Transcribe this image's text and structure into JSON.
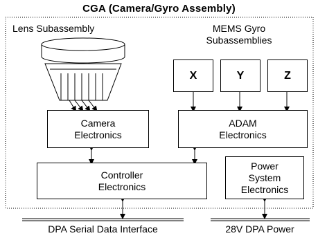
{
  "title": "CGA (Camera/Gyro Assembly)",
  "lens_label": "Lens Subassembly",
  "gyro_label_line1": "MEMS Gyro",
  "gyro_label_line2": "Subassemblies",
  "gyro_axes": [
    "X",
    "Y",
    "Z"
  ],
  "camera_line1": "Camera",
  "camera_line2": "Electronics",
  "adam_line1": "ADAM",
  "adam_line2": "Electronics",
  "controller_line1": "Controller",
  "controller_line2": "Electronics",
  "power_line1": "Power",
  "power_line2": "System",
  "power_line3": "Electronics",
  "dpa_serial_label": "DPA Serial Data Interface",
  "dpa_power_label": "28V DPA Power"
}
